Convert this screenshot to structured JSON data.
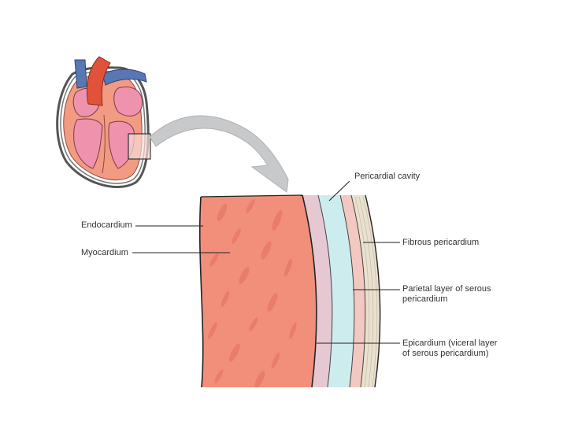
{
  "labels": {
    "pericardial_cavity": "Pericardial cavity",
    "endocardium": "Endocardium",
    "myocardium": "Myocardium",
    "fibrous_pericardium": "Fibrous pericardium",
    "parietal_layer_line1": "Parietal layer of serous",
    "parietal_layer_line2": "pericardium",
    "epicardium_line1": "Epicardium (viceral layer",
    "epicardium_line2": "of serous pericardium)"
  },
  "colors": {
    "myocardium": "#f28f7a",
    "myocardium_streak": "#ea7d6a",
    "epicardium": "#e6c8d2",
    "pericardial_cavity": "#cdeced",
    "parietal_layer": "#f2c8c0",
    "fibrous_pericardium": "#e9e1cf",
    "heart_wall": "#f29a82",
    "heart_chamber": "#ef92ae",
    "aorta": "#e0533a",
    "vessel_blue": "#5877b4",
    "arrow": "#c8c9cb"
  }
}
